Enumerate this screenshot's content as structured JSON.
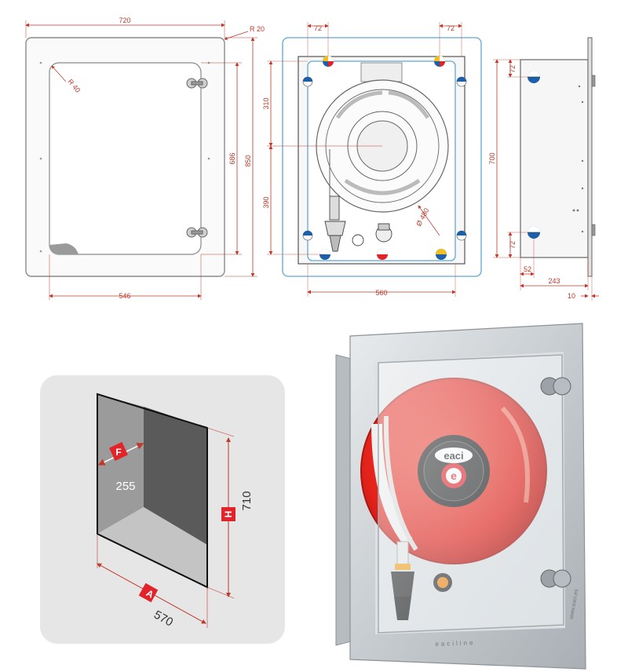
{
  "front_view": {
    "width": "720",
    "corner_radius": "R 20",
    "glass_radius": "R 40",
    "height_outer": "850",
    "height_inner": "686",
    "width_inner": "546"
  },
  "internal_view": {
    "top_left_spacing": "72",
    "top_right_spacing": "72",
    "upper_height": "310",
    "lower_height": "390",
    "width": "560",
    "reel_diameter": "Ø 480",
    "height": "700"
  },
  "side_view": {
    "top_offset": "72",
    "bottom_offset": "72",
    "inner_depth": "52",
    "depth": "243",
    "frame_depth": "10"
  },
  "niche": {
    "depth_tag": "F",
    "depth_value": "255",
    "height_tag": "H",
    "height_value": "710",
    "width_tag": "A",
    "width_value": "570"
  },
  "product": {
    "brand": "eaci",
    "line_text": "eaciline",
    "web_text": "www.eaci.es",
    "hub_letter": "e"
  },
  "colors": {
    "dimension_red": "#c0392b",
    "outline_gray": "#8a8a8a",
    "outline_blue": "#5fa8d3",
    "reel_red": "#e4231b",
    "tag_red": "#e2232a"
  }
}
